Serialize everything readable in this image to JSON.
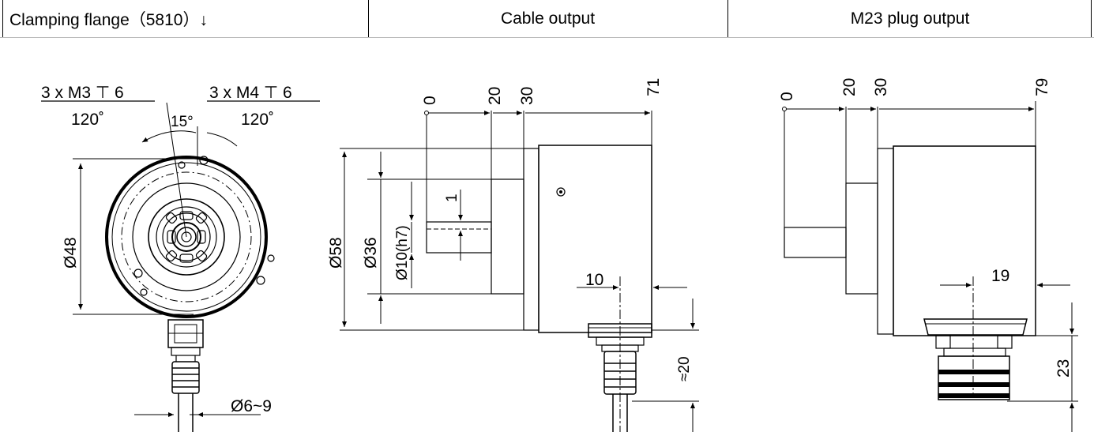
{
  "header": {
    "col1": "Clamping flange（5810）↓",
    "col2": "Cable output",
    "col3": "M23 plug output"
  },
  "view_flange": {
    "left_thread": "3 x M3 ⊤ 6",
    "left_angle": "120˚",
    "right_thread": "3 x M4 ⊤ 6",
    "right_angle": "120˚",
    "offset_angle": "15°",
    "dia_bolt": "Ø48",
    "dia_cable": "Ø6~9"
  },
  "view_cable": {
    "x0": "0",
    "x20": "20",
    "x30": "30",
    "x71": "71",
    "dia58": "Ø58",
    "dia36": "Ø36",
    "dia10": "Ø10(h7)",
    "step": "1",
    "offset10": "10",
    "len20": "≈20"
  },
  "view_m23": {
    "x0": "0",
    "x20": "20",
    "x30": "30",
    "x79": "79",
    "offset19": "19",
    "len23": "23"
  }
}
